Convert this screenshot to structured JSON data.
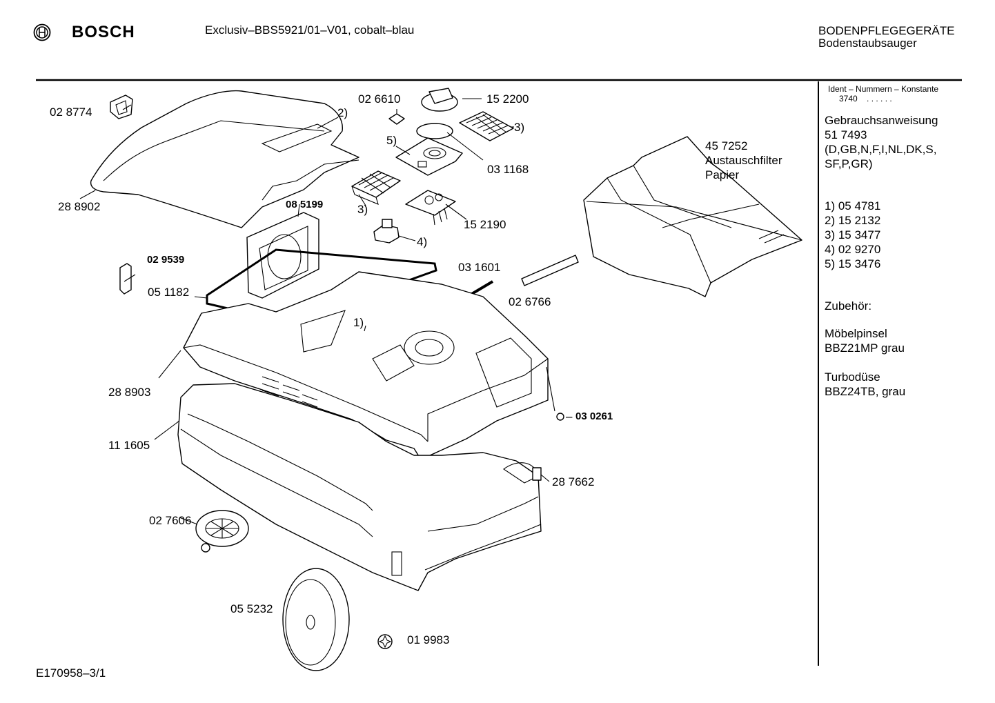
{
  "header": {
    "brand": "BOSCH",
    "model": "Exclusiv–BBS5921/01–V01, cobalt–blau",
    "category": "BODENPFLEGEGERÄTE",
    "subcategory": "Bodenstaubsauger"
  },
  "sidebar": {
    "ident_heading": "Ident – Nummern – Konstante",
    "ident_value": "3740",
    "ident_dots": ". .   . . . .",
    "manual_label": "Gebrauchsanweisung",
    "manual_number": "51 7493",
    "manual_langs_1": "(D,GB,N,F,I,NL,DK,S,",
    "manual_langs_2": "SF,P,GR)",
    "footnotes": [
      "1) 05 4781",
      "2) 15 2132",
      "3) 15 3477",
      "4) 02 9270",
      "5) 15 3476"
    ],
    "accessories_label": "Zubehör:",
    "acc1_name": "Möbelpinsel",
    "acc1_code": "BBZ21MP grau",
    "acc2_name": "Turbodüse",
    "acc2_code": "BBZ24TB, grau"
  },
  "parts": {
    "p028774": "02 8774",
    "p288902": "28 8902",
    "p026610": "02 6610",
    "p152200": "15 2200",
    "p031168": "03 1168",
    "p457252": "45 7252",
    "filter_1": "Austauschfilter",
    "filter_2": "Papier",
    "p085199": "08 5199",
    "p152190": "15 2190",
    "p029539": "02 9539",
    "p051182": "05 1182",
    "p031601": "03 1601",
    "p026766": "02 6766",
    "p288903": "28 8903",
    "p030261": "03 0261",
    "p111605": "11 1605",
    "p287662": "28 7662",
    "p027606": "02 7606",
    "p055232": "05 5232",
    "p019983": "01 9983",
    "m2": "2)",
    "m3a": "3)",
    "m5": "5)",
    "m3b": "3)",
    "m4": "4)",
    "m1": "1)"
  },
  "footer": {
    "doc_id": "E170958–3/1"
  }
}
